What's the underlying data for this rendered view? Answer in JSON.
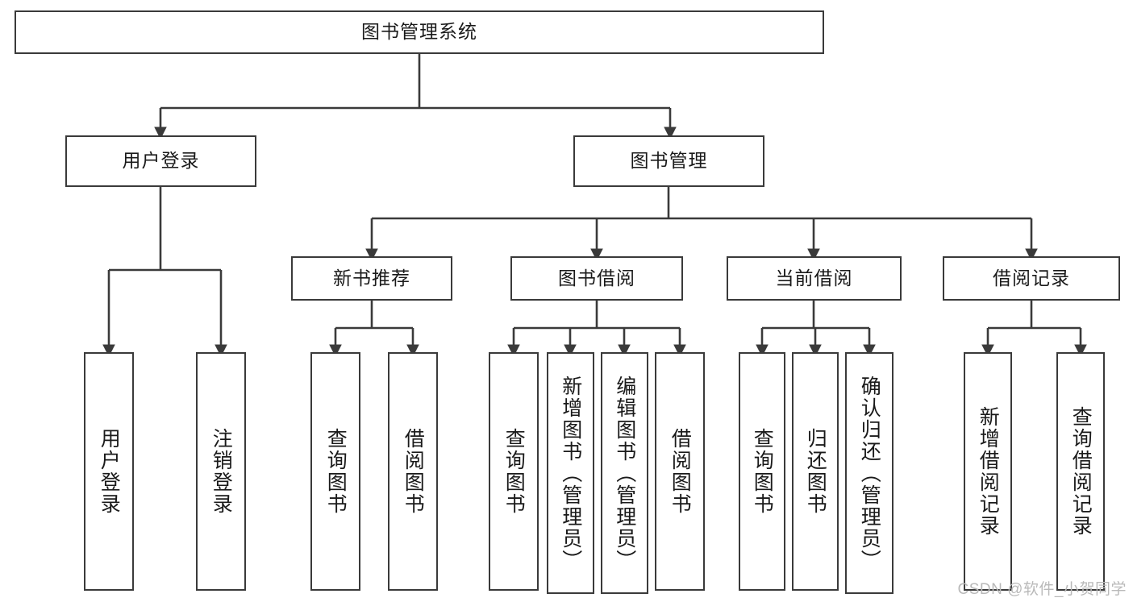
{
  "diagram": {
    "title": "图书管理系统",
    "type": "hierarchy-tree",
    "colors": {
      "box_border": "#3a3a3a",
      "box_fill": "#ffffff",
      "edge": "#3a3a3a",
      "text": "#1a1a1a",
      "watermark": "#b9b9b9",
      "background": "#ffffff"
    },
    "levels": {
      "root": {
        "label": "图书管理系统"
      },
      "level2": [
        {
          "label": "用户登录"
        },
        {
          "label": "图书管理"
        }
      ],
      "level3": [
        {
          "label": "新书推荐"
        },
        {
          "label": "图书借阅"
        },
        {
          "label": "当前借阅"
        },
        {
          "label": "借阅记录"
        }
      ],
      "leaves": {
        "user_login": [
          {
            "label": "用户登录"
          },
          {
            "label": "注销登录"
          }
        ],
        "new_book_recommend": [
          {
            "label": "查询图书"
          },
          {
            "label": "借阅图书"
          }
        ],
        "book_borrow": [
          {
            "label": "查询图书"
          },
          {
            "label": "新增图书（管理员）"
          },
          {
            "label": "编辑图书（管理员）"
          },
          {
            "label": "借阅图书"
          }
        ],
        "current_borrow": [
          {
            "label": "查询图书"
          },
          {
            "label": "归还图书"
          },
          {
            "label": "确认归还（管理员）"
          }
        ],
        "borrow_record": [
          {
            "label": "新增借阅记录"
          },
          {
            "label": "查询借阅记录"
          }
        ]
      }
    },
    "watermark": "CSDN @软件_小贺同学"
  }
}
